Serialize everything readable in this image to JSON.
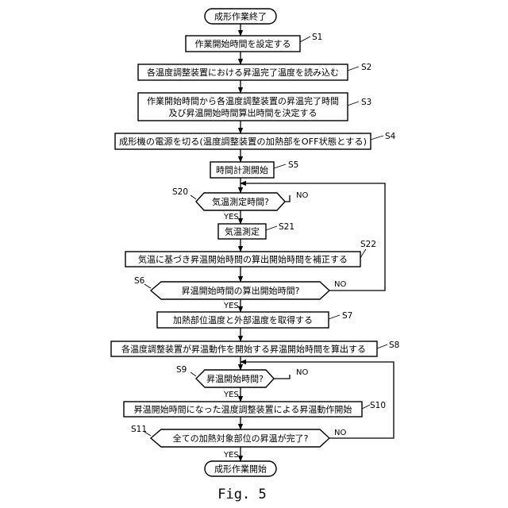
{
  "figure_caption": "Fig. 5",
  "flowchart": {
    "start": "成形作業終了",
    "end": "成形作業開始",
    "s1": "作業開始時間を設定する",
    "s2": "各温度調整装置における昇温完了温度を読み込む",
    "s3_line1": "作業開始時間から各温度調整装置の昇温完了時間",
    "s3_line2": "及び昇温開始時間算出時間を決定する",
    "s4": "成形機の電源を切る(温度調整装置の加熱部をOFF状態とする)",
    "s5": "時間計測開始",
    "s20": "気温測定時間?",
    "s21": "気温測定",
    "s22": "気温に基づき昇温開始時間の算出開始時間を補正する",
    "s6": "昇温開始時間の算出開始時間?",
    "s7": "加熱部位温度と外部温度を取得する",
    "s8": "各温度調整装置が昇温動作を開始する昇温開始時間を算出する",
    "s9": "昇温開始時間?",
    "s10": "昇温開始時間になった温度調整装置による昇温動作開始",
    "s11": "全ての加熱対象部位の昇温が完了?"
  },
  "step_labels": {
    "s1": "S1",
    "s2": "S2",
    "s3": "S3",
    "s4": "S4",
    "s5": "S5",
    "s20": "S20",
    "s21": "S21",
    "s22": "S22",
    "s6": "S6",
    "s7": "S7",
    "s8": "S8",
    "s9": "S9",
    "s10": "S10",
    "s11": "S11"
  },
  "branch_labels": {
    "yes": "YES",
    "no": "NO"
  }
}
